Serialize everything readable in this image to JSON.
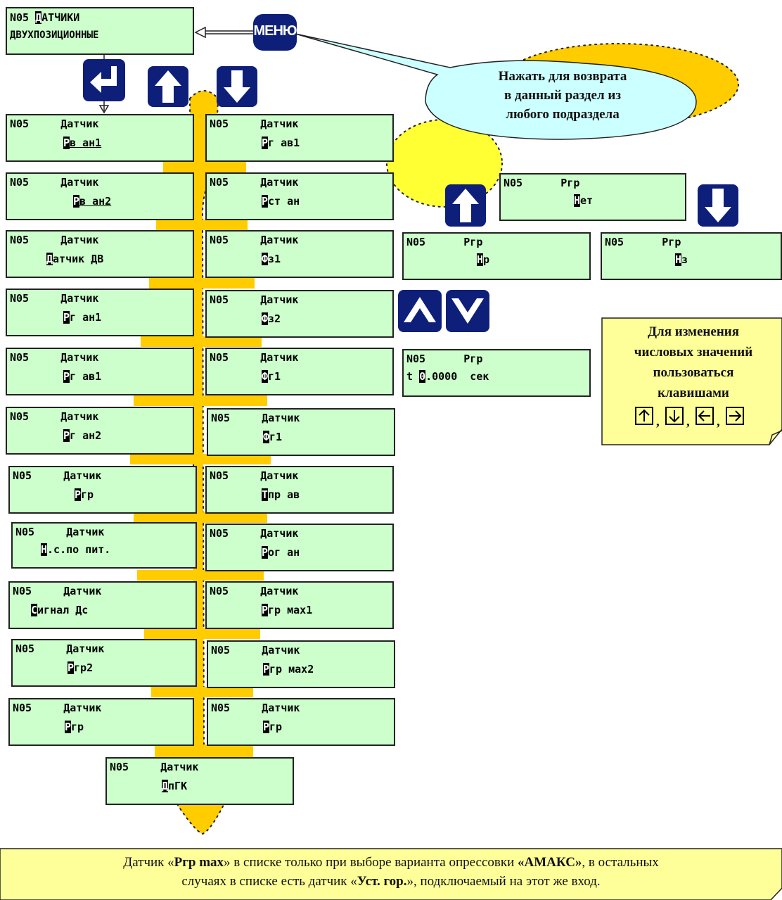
{
  "header": {
    "line1_prefix": "N05 ",
    "line1_cursor": "Д",
    "line1_rest": "АТЧИКИ",
    "line2": "ДВУХПОЗИЦИОННЫЕ"
  },
  "menu_key": {
    "label": "МЕНЮ"
  },
  "menu_callout": {
    "line1": "Нажать для возврата",
    "line2": "в данный раздел из",
    "line3": "любого подраздела"
  },
  "left_column": [
    {
      "head": "N05     Датчик",
      "cursor": "Р",
      "rest": "в ан1"
    },
    {
      "head": "N05     Датчик",
      "cursor": "Р",
      "rest": "в ан2"
    },
    {
      "head": "N05     Датчик",
      "cursor": "Д",
      "rest": "атчик ДВ"
    },
    {
      "head": "N05     Датчик",
      "cursor": "Р",
      "rest": "г ан1"
    },
    {
      "head": "N05     Датчик",
      "cursor": "Р",
      "rest": "г ав1"
    },
    {
      "head": "N05     Датчик",
      "cursor": "Р",
      "rest": "г ан2"
    },
    {
      "head": "N05     Датчик",
      "cursor": "Р",
      "rest": "гр"
    },
    {
      "head": "N05     Датчик",
      "cursor": "Н",
      "rest": ".с.по пит."
    },
    {
      "head": "N05     Датчик",
      "cursor": "С",
      "rest": "игнал Дс"
    },
    {
      "head": "N05     Датчик",
      "cursor": "Р",
      "rest": "гр2"
    },
    {
      "head": "N05     Датчик",
      "cursor": "Р",
      "rest": "гр"
    }
  ],
  "right_column": [
    {
      "head": "N05     Датчик",
      "cursor": "Р",
      "rest": "г ав1"
    },
    {
      "head": "N05     Датчик",
      "cursor": "Р",
      "rest": "ст ан"
    },
    {
      "head": "N05     Датчик",
      "cursor": "Ф",
      "rest": "з1"
    },
    {
      "head": "N05     Датчик",
      "cursor": "Ф",
      "rest": "з2"
    },
    {
      "head": "N05     Датчик",
      "cursor": "Ф",
      "rest": "г1"
    },
    {
      "head": "N05     Датчик",
      "cursor": "Ф",
      "rest": "г1"
    },
    {
      "head": "N05     Датчик",
      "cursor": "Т",
      "rest": "пр ав"
    },
    {
      "head": "N05     Датчик",
      "cursor": "Р",
      "rest": "ог ан"
    },
    {
      "head": "N05     Датчик",
      "cursor": "Р",
      "rest": "гр мах1"
    },
    {
      "head": "N05     Датчик",
      "cursor": "Р",
      "rest": "гр мах2"
    },
    {
      "head": "N05     Датчик",
      "cursor": "Р",
      "rest": "гр"
    }
  ],
  "bottom_box": {
    "head": "N05     Датчик",
    "cursor": "Д",
    "rest": "пГК"
  },
  "sub_boxes": {
    "net": {
      "head": "N05      Ргр",
      "cursor": "Н",
      "rest": "ет"
    },
    "nr": {
      "head": "N05      Ргр",
      "cursor": "Н",
      "rest": "р"
    },
    "nz": {
      "head": "N05      Ргр",
      "cursor": "Н",
      "rest": "з"
    },
    "time": {
      "head": "N05      Ргр",
      "prefix": "t ",
      "cursor": "0",
      "rest": ".0000  сек"
    }
  },
  "note_right": {
    "line1": "Для изменения",
    "line2": "числовых значений",
    "line3": "пользоваться",
    "line4": "клавишами",
    "sep": ","
  },
  "footer": {
    "p1": "Датчик «",
    "b1": "Ргр max",
    "p2": "» в списке только при выборе варианта опрессовки ",
    "b2": "«АМАКС»",
    "p3": ", в остальных",
    "p4": "случаях в списке есть датчик «",
    "b3": "Уст. гор.",
    "p5": "», подключаемый на этот же вход."
  },
  "colors": {
    "lcd": "#ccffcc",
    "key": "#0e1f7a",
    "trunk": "#ffcc00",
    "callout": "#ccffff",
    "note": "#ffff99"
  },
  "icons": [
    "enter-icon",
    "arrow-up-icon",
    "arrow-down-icon",
    "triangle-up-icon",
    "triangle-down-icon",
    "arrow-left-icon",
    "arrow-right-icon"
  ]
}
